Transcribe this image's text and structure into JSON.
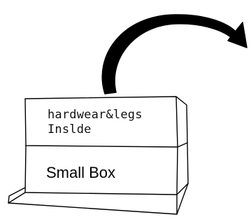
{
  "box": {
    "top_label_line1": "hardwear&legs",
    "top_label_line2": "Inslde",
    "front_label": "Small Box"
  },
  "colors": {
    "ink": "#000000",
    "paper": "#ffffff"
  }
}
